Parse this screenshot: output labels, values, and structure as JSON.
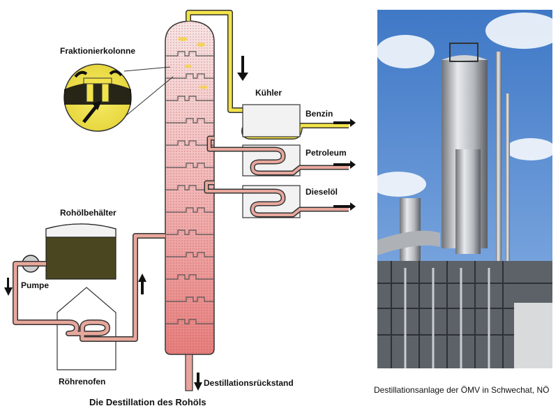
{
  "labels": {
    "fraktionierkolonne": "Fraktionierkolonne",
    "kuehler": "Kühler",
    "benzin": "Benzin",
    "petroleum": "Petroleum",
    "dieseloel": "Dieselöl",
    "rohoelbehaelter": "Rohölbehälter",
    "pumpe": "Pumpe",
    "roehrenofen": "Röhrenofen",
    "destillationsrueckstand": "Destillationsrückstand"
  },
  "diagram_caption": "Die Destillation des Rohöls",
  "photo_caption": "Destillationsanlage der ÖMV in Schwechat, NÖ",
  "colors": {
    "column_top": "#f4dede",
    "column_bottom": "#e88c8c",
    "gasoline_pipe": "#f2e34a",
    "crude_pipe": "#e8a79c",
    "oil_tank": "#4a4620",
    "sky": "#5e8fd0"
  }
}
